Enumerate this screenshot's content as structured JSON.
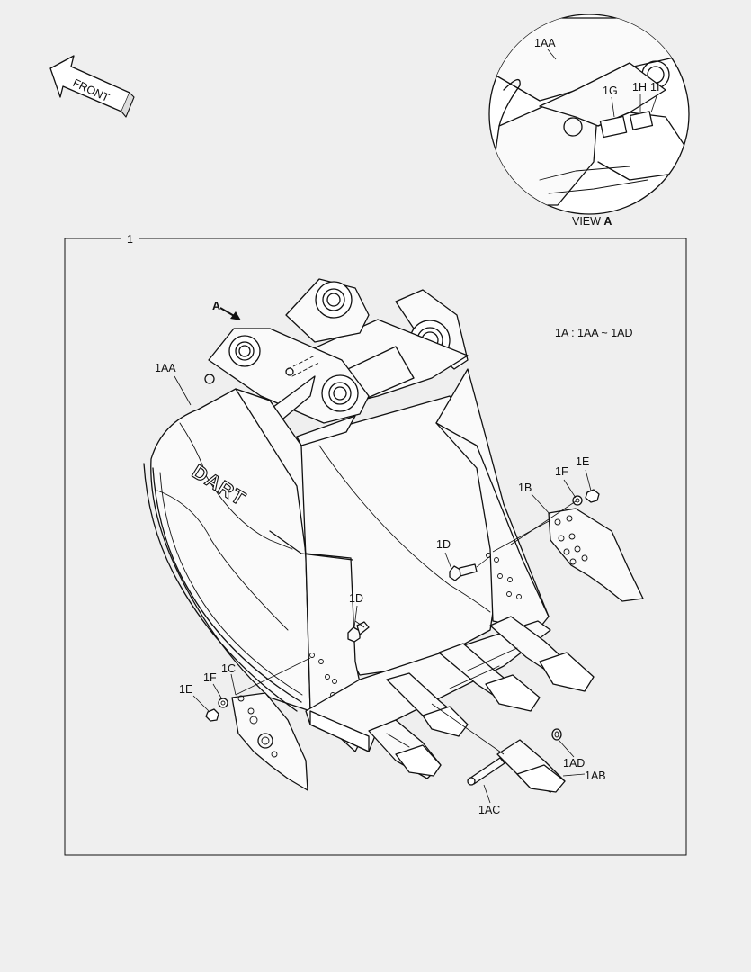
{
  "front_arrow": {
    "text": "FRONT"
  },
  "view_a": {
    "caption_prefix": "VIEW ",
    "caption_letter": "A",
    "labels": {
      "aa": "1AA",
      "g": "1G",
      "h": "1H",
      "i": "1I"
    }
  },
  "main": {
    "assembly_number": "1",
    "view_marker": "A",
    "note": "1A : 1AA ~ 1AD",
    "brand_text": "DART",
    "labels": {
      "aa": "1AA",
      "b": "1B",
      "c": "1C",
      "d_upper": "1D",
      "d_lower": "1D",
      "e_right": "1E",
      "f_right": "1F",
      "e_left": "1E",
      "f_left": "1F",
      "ab": "1AB",
      "ac": "1AC",
      "ad": "1AD"
    }
  }
}
